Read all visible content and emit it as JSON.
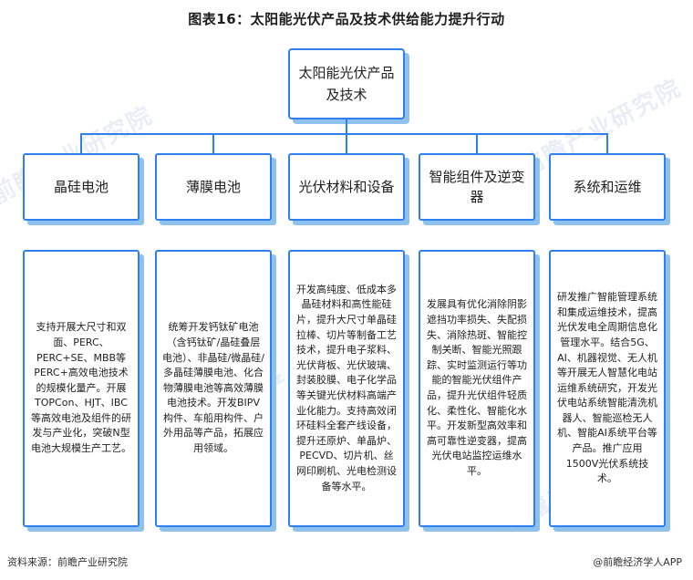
{
  "title": "图表16：太阳能光伏产品及技术供给能力提升行动",
  "root": {
    "label": "太阳能光伏产品及技术"
  },
  "categories": [
    {
      "label": "晶硅电池",
      "description": "支持开展大尺寸和双面、PERC、PERC+SE、MBB等PERC+高效电池技术的规模化量产。开展TOPCon、HJT、IBC等高效电池及组件的研发与产业化，突破N型电池大规模生产工艺。"
    },
    {
      "label": "薄膜电池",
      "description": "统筹开发钙钛矿电池（含钙钛矿/晶硅叠层电池）、非晶硅/微晶硅/多晶硅薄膜电池、化合物薄膜电池等高效薄膜电池技术。开发BIPV构件、车船用构件、户外用品等产品，拓展应用领域。"
    },
    {
      "label": "光伏材料和设备",
      "description": "开发高纯度、低成本多晶硅材料和高性能硅片，提升大尺寸单晶硅拉棒、切片等制备工艺技术，提升电子浆料、光伏背板、光伏玻璃、封装胶膜、电子化学品等关键光伏材料高端产业化能力。支持高效闭环硅料全套产线设备，提升还原炉、单晶炉、PECVD、切片机、丝网印刷机、光电检测设备等水平。"
    },
    {
      "label": "智能组件及逆变器",
      "description": "发展具有优化消除阴影遮挡功率损失、失配损失、消除热斑、智能控制关断、智能光照跟踪、实时监测运行等功能的智能光伏组件产品，提升光伏组件轻质化、柔性化、智能化水平。开发新型高效率和高可靠性逆变器，提高光伏电站监控运维水平。"
    },
    {
      "label": "系统和运维",
      "description": "研发推广智能管理系统和集成运维技术，提高光伏发电全周期信息化管理水平。结合5G、AI、机器视觉、无人机等开展无人智慧化电站运维系统研究，开发光伏电站系统智能清洗机器人、智能巡检无人机、智能AI系统平台等产品。推广应用1500V光伏系统技术。"
    }
  ],
  "source": "资料来源：前瞻产业研究院",
  "brand": "@前瞻经济学人APP",
  "watermark": "前瞻产业研究院",
  "colors": {
    "border": "#2f80ed",
    "shadow": "#8fc1ef"
  }
}
